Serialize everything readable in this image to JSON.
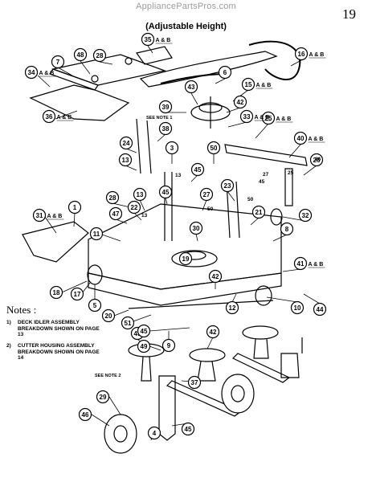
{
  "watermark": "AppliancePartsPros.com",
  "page_number": "19",
  "subtitle": "(Adjustable Height)",
  "notes": {
    "heading": "Notes :",
    "items": [
      {
        "num": "1)",
        "text": "DECK IDLER ASSEMBLY BREAKDOWN SHOWN ON PAGE 13"
      },
      {
        "num": "2)",
        "text": "CUTTER HOUSING ASSEMBLY BREAKDOWN SHOWN ON PAGE 14"
      }
    ]
  },
  "see_note_1": "SEE NOTE 1",
  "see_note_2": "SEE NOTE 2",
  "callouts": [
    "35",
    "16",
    "7",
    "48",
    "28",
    "34",
    "6",
    "43",
    "15",
    "42",
    "36",
    "39",
    "33",
    "25",
    "38",
    "40",
    "24",
    "3",
    "13",
    "26",
    "50",
    "45",
    "21",
    "27",
    "23",
    "45",
    "28",
    "13",
    "22",
    "47",
    "31",
    "1",
    "11",
    "30",
    "32",
    "8",
    "19",
    "41",
    "5",
    "42",
    "18",
    "17",
    "20",
    "12",
    "10",
    "44",
    "51",
    "45",
    "45",
    "49",
    "9",
    "42",
    "29",
    "37",
    "46",
    "4",
    "45"
  ],
  "ab_tags": [
    {
      "ref": "35",
      "text": "A & B"
    },
    {
      "ref": "16",
      "text": "A & B"
    },
    {
      "ref": "34",
      "text": "A & B"
    },
    {
      "ref": "15",
      "text": "A & B"
    },
    {
      "ref": "36",
      "text": "A & B"
    },
    {
      "ref": "33",
      "text": "A & B"
    },
    {
      "ref": "25",
      "text": "A & B"
    },
    {
      "ref": "40",
      "text": "A & B"
    },
    {
      "ref": "31",
      "text": "A & B"
    },
    {
      "ref": "41",
      "text": "A & B"
    }
  ],
  "small_labels": [
    "13",
    "50",
    "13",
    "27",
    "45",
    "25",
    "26",
    "50"
  ]
}
